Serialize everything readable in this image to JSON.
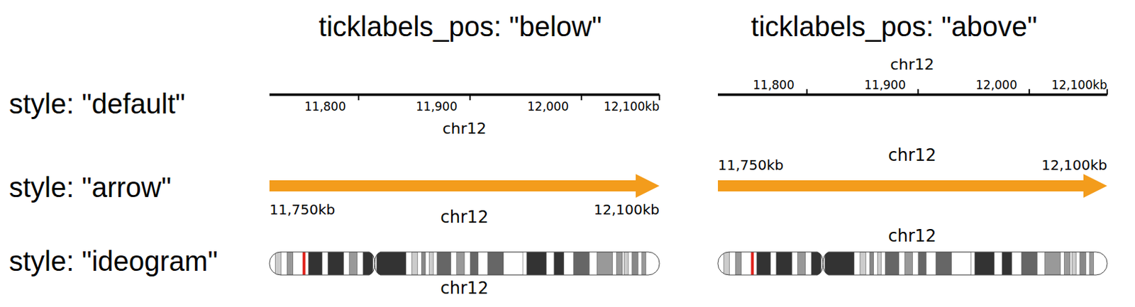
{
  "diagram": {
    "labels": [
      "ticklabels_pos: \"below\"",
      "ticklabels_pos: \"above\"",
      "style: \"default\"",
      "chr12",
      "11,800",
      "11,900",
      "12,000",
      "12,100kb",
      "11,800",
      "11,900",
      "12,000",
      "12,100kb",
      "chr12",
      "chr12",
      "style: \"arrow\"",
      "11,750kb",
      "12,100kb",
      "11,750kb",
      "12,100kb",
      "chr12",
      "chr12",
      "style: \"ideogram\"",
      "chr12"
    ]
  }
}
